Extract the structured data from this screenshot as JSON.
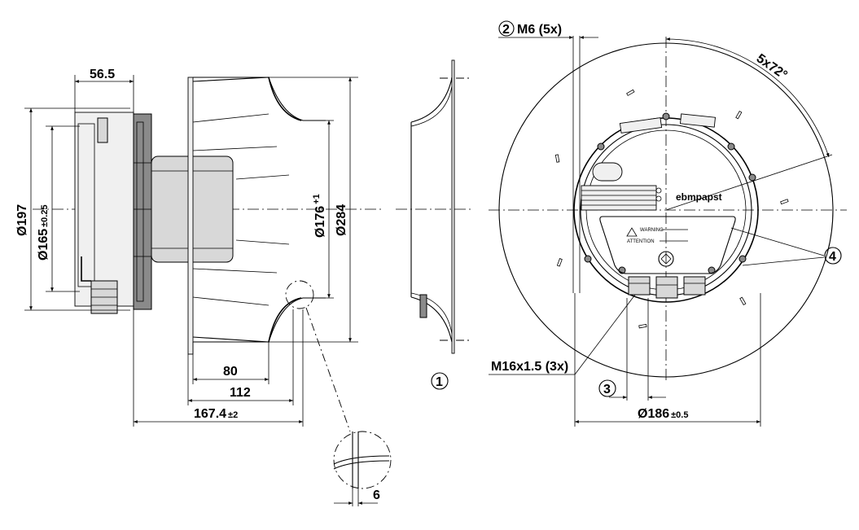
{
  "dimensions": {
    "d_197": "Ø197",
    "d_165": "Ø165",
    "d_165_tol": "±0.25",
    "w_56_5": "56.5",
    "d_176": "Ø176",
    "d_176_tol": "+1",
    "d_284": "Ø284",
    "w_80": "80",
    "w_112": "112",
    "w_167_4": "167.4",
    "w_167_4_tol": "±2",
    "w_6": "6",
    "m6": "M6 (5x)",
    "angle": "5x72°",
    "m16": "M16x1.5 (3x)",
    "d_186": "Ø186",
    "d_186_tol": "±0.5"
  },
  "callouts": {
    "c1": "1",
    "c2": "2",
    "c3": "3",
    "c4": "4"
  },
  "labels": {
    "brand": "ebmpapst",
    "warning": "WARNING",
    "attention": "ATTENTION"
  }
}
